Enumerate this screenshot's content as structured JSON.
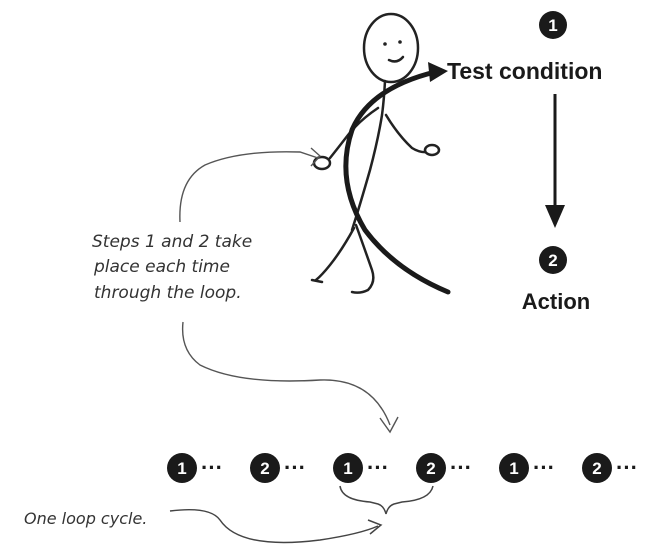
{
  "steps": {
    "one": {
      "number": "1",
      "label": "Test condition"
    },
    "two": {
      "number": "2",
      "label": "Action"
    }
  },
  "annotations": {
    "steps_note": [
      "Steps 1 and 2 take",
      "place each time",
      "through the loop."
    ],
    "cycle_note": "One loop cycle."
  },
  "sequence": {
    "items": [
      "1",
      "2",
      "1",
      "2",
      "1",
      "2"
    ],
    "separator": "···"
  },
  "colors": {
    "ink": "#1a1a1a",
    "paper": "#ffffff"
  }
}
